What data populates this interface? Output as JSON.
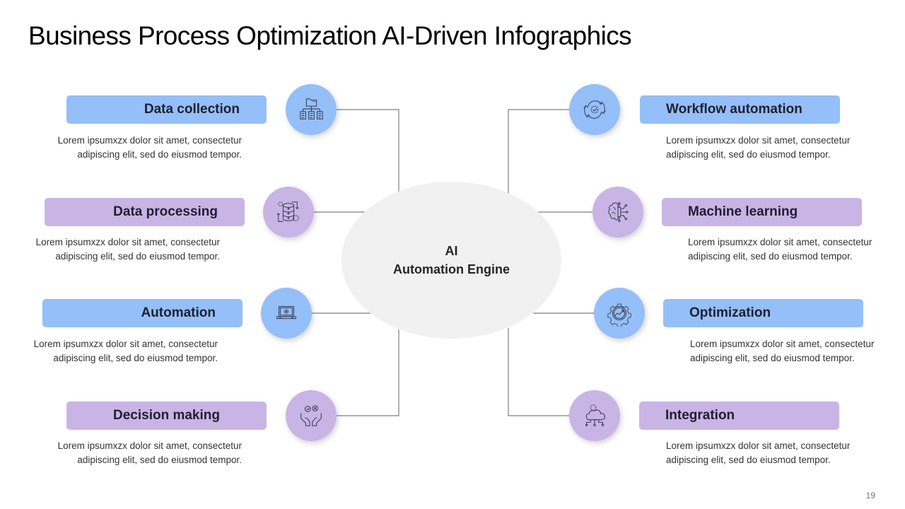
{
  "title": "Business Process Optimization AI-Driven Infographics",
  "center": {
    "line1": "AI",
    "line2": "Automation Engine",
    "color": "#f1f1f1"
  },
  "colors": {
    "blue": "#94bff8",
    "purple": "#c9b4e6",
    "connector": "#7f7f7f"
  },
  "left_items": [
    {
      "label": "Data collection",
      "icon": "folder-hierarchy-icon",
      "color": "blue",
      "desc_line1": "Lorem ipsumxzx dolor sit amet, consectetur",
      "desc_line2": "adipiscing elit, sed do eiusmod tempor."
    },
    {
      "label": "Data processing",
      "icon": "database-gears-icon",
      "color": "purple",
      "desc_line1": "Lorem ipsumxzx dolor sit amet, consectetur",
      "desc_line2": "adipiscing elit, sed do eiusmod tempor."
    },
    {
      "label": "Automation",
      "icon": "laptop-gear-icon",
      "color": "blue",
      "desc_line1": "Lorem ipsumxzx dolor sit amet, consectetur",
      "desc_line2": "adipiscing elit, sed do eiusmod tempor."
    },
    {
      "label": "Decision making",
      "icon": "hands-check-cross-icon",
      "color": "purple",
      "desc_line1": "Lorem ipsumxzx dolor sit amet, consectetur",
      "desc_line2": "adipiscing elit, sed do eiusmod tempor."
    }
  ],
  "right_items": [
    {
      "label": "Workflow automation",
      "icon": "gear-cycle-icon",
      "color": "blue",
      "desc_line1": "Lorem ipsumxzx dolor sit amet, consectetur",
      "desc_line2": "adipiscing elit, sed do eiusmod tempor."
    },
    {
      "label": "Machine learning",
      "icon": "brain-circuit-icon",
      "color": "purple",
      "desc_line1": "Lorem ipsumxzx dolor sit amet, consectetur",
      "desc_line2": "adipiscing elit, sed do eiusmod tempor."
    },
    {
      "label": "Optimization",
      "icon": "gear-growth-chart-icon",
      "color": "blue",
      "desc_line1": "Lorem ipsumxzx dolor sit amet, consectetur",
      "desc_line2": "adipiscing elit, sed do eiusmod tempor."
    },
    {
      "label": "Integration",
      "icon": "cloud-network-icon",
      "color": "purple",
      "desc_line1": "Lorem ipsumxzx dolor sit amet, consectetur",
      "desc_line2": "adipiscing elit, sed do eiusmod tempor."
    }
  ],
  "page_number": "19"
}
